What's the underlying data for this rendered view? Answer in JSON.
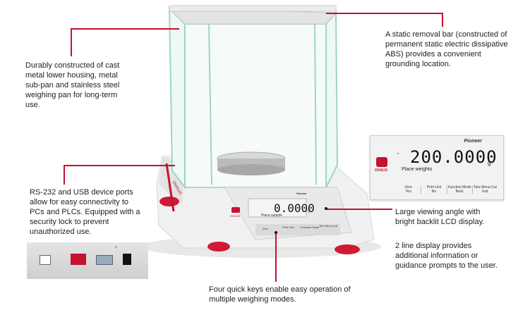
{
  "callouts": {
    "housing": "Durably constructed of cast metal lower housing, metal sub-pan and stainless steel weighing pan for long-term use.",
    "static_bar": "A static removal bar (constructed of permanent static electric dissipative ABS) provides a convenient grounding location.",
    "ports": "RS-232 and USB device ports allow for easy connectivity to PCs and PLCs. Equipped with a security lock to prevent unauthorized use.",
    "viewing_angle": "Large viewing angle with bright backlit LCD display.",
    "two_line": "2 line display provides additional information or guidance prompts to the user.",
    "quick_keys": "Four quick keys enable easy operation of multiple weighing modes."
  },
  "product": {
    "brand": "OHAUS",
    "model": "Pioneer",
    "display_reading": "200.0000",
    "display_unit": "g",
    "display_prompt": "Place weights",
    "small_display_reading": "0.0000",
    "small_display_unit": "g",
    "small_display_prompt": "Place sample",
    "keys": [
      "Zero",
      "Print Unit",
      "Function Mode",
      "Tare Menu-Cal"
    ],
    "key_subs": [
      "Yes",
      "No",
      "Back",
      "Exit"
    ]
  },
  "colors": {
    "accent": "#c4122f",
    "glass": "#bfe6dc"
  }
}
